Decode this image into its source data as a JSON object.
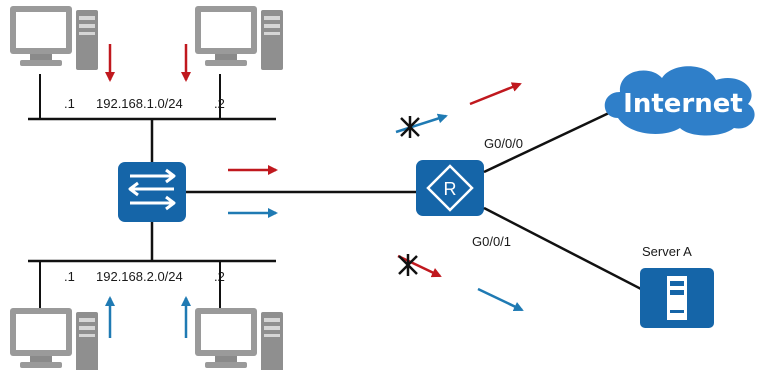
{
  "top_lan": {
    "host_left": ".1",
    "subnet": "192.168.1.0/24",
    "host_right": ".2"
  },
  "bottom_lan": {
    "host_left": ".1",
    "subnet": "192.168.2.0/24",
    "host_right": ".2"
  },
  "router": {
    "icon_letter": "R",
    "iface_internet": "G0/0/0",
    "iface_server": "G0/0/1"
  },
  "internet": {
    "label": "Internet"
  },
  "server": {
    "label": "Server A"
  },
  "colors": {
    "device_blue": "#1565a8",
    "cloud_blue": "#2f7fc9",
    "arrow_red": "#c0181e",
    "arrow_blue": "#1f7ab3",
    "line": "#111111",
    "pc_gray": "#9a9a9a"
  }
}
